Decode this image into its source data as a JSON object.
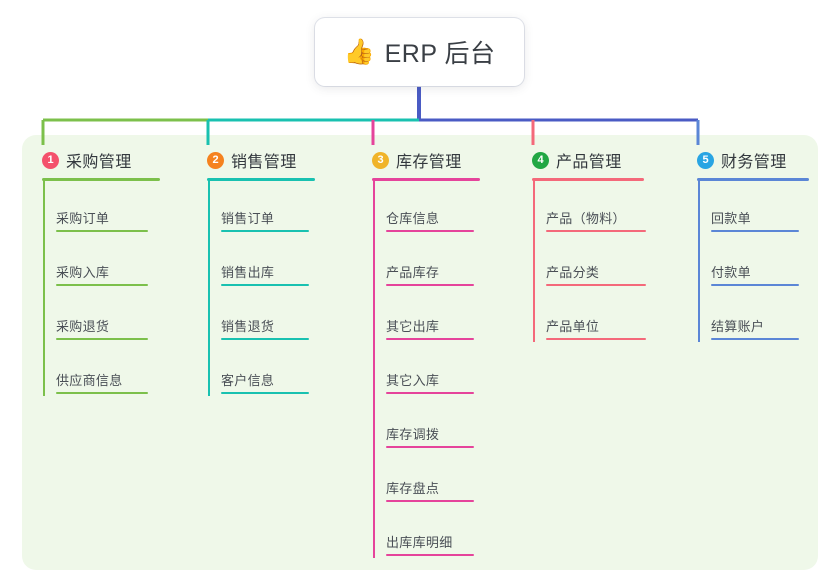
{
  "diagram": {
    "type": "mindmap-tree",
    "title": "ERP 后台",
    "root": {
      "label": "ERP 后台",
      "icon": "thumbs-up-icon",
      "icon_glyph": "👍"
    },
    "panel_color": "#eff8e9",
    "root_connector_color": "#4a5bc4",
    "branches": [
      {
        "number": "1",
        "label": "采购管理",
        "color": "#7cc04b",
        "badge_color": "#f4516c",
        "items": [
          "采购订单",
          "采购入库",
          "采购退货",
          "供应商信息"
        ]
      },
      {
        "number": "2",
        "label": "销售管理",
        "color": "#19c1b0",
        "badge_color": "#f5821f",
        "items": [
          "销售订单",
          "销售出库",
          "销售退货",
          "客户信息"
        ]
      },
      {
        "number": "3",
        "label": "库存管理",
        "color": "#e5449b",
        "badge_color": "#f0b429",
        "items": [
          "仓库信息",
          "产品库存",
          "其它出库",
          "其它入库",
          "库存调拨",
          "库存盘点",
          "出库库明细"
        ]
      },
      {
        "number": "4",
        "label": "产品管理",
        "color": "#f4697a",
        "badge_color": "#22a744",
        "items": [
          "产品（物料）",
          "产品分类",
          "产品单位"
        ]
      },
      {
        "number": "5",
        "label": "财务管理",
        "color": "#5b86d6",
        "badge_color": "#29a5e3",
        "items": [
          "回款单",
          "付款单",
          "结算账户"
        ]
      }
    ]
  }
}
